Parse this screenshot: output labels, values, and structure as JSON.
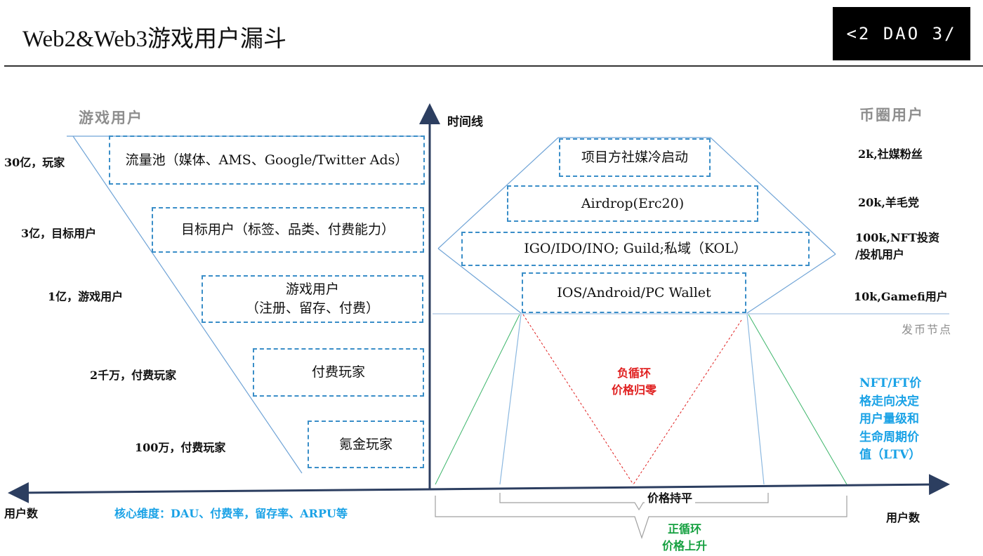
{
  "header": {
    "title": "Web2&Web3游戏用户漏斗",
    "logo_text": "<2 DAO 3/"
  },
  "axes": {
    "vertical_label": "时间线",
    "left_axis_label": "用户数",
    "right_axis_label": "用户数",
    "issuance_label": "发币节点"
  },
  "web2": {
    "section_title": "游戏用户",
    "rows": [
      {
        "count_label": "30亿，玩家",
        "box_text": "流量池（媒体、AMS、Google/Twitter Ads）"
      },
      {
        "count_label": "3亿，目标用户",
        "box_text": "目标用户（标签、品类、付费能力）"
      },
      {
        "count_label": "1亿，游戏用户",
        "box_line1": "游戏用户",
        "box_line2": "（注册、留存、付费）"
      },
      {
        "count_label": "2千万，付费玩家",
        "box_text": "付费玩家"
      },
      {
        "count_label": "100万，付费玩家",
        "box_text": "氪金玩家"
      }
    ],
    "core_dimensions": "核心维度：DAU、付费率，留存率、ARPU等"
  },
  "web3": {
    "section_title": "币圈用户",
    "rows": [
      {
        "box_text": "项目方社媒冷启动",
        "count_label": "2k,社媒粉丝"
      },
      {
        "box_text": "Airdrop(Erc20)",
        "count_label": "20k,羊毛党"
      },
      {
        "box_text": "IGO/IDO/INO; Guild;私域（KOL）",
        "count_label_line1": "100k,NFT投资",
        "count_label_line2": "/投机用户"
      },
      {
        "box_text": "IOS/Android/PC Wallet",
        "count_label": "10k,Gamefi用户"
      }
    ],
    "negative_cycle": {
      "line1": "负循环",
      "line2": "价格归零"
    },
    "price_flat": "价格持平",
    "positive_cycle": {
      "line1": "正循环",
      "line2": "价格上升"
    },
    "ltv_note": [
      "NFT/FT价",
      "格走向决定",
      "用户量级和",
      "生命周期价",
      "值（LTV）"
    ]
  },
  "colors": {
    "box_border": "#3a8ec8",
    "guide_line": "#6fa3d6",
    "axis": "#2c3e60",
    "highlight_blue": "#1aa2e6",
    "negative_red": "#e02020",
    "positive_green": "#15a040"
  }
}
